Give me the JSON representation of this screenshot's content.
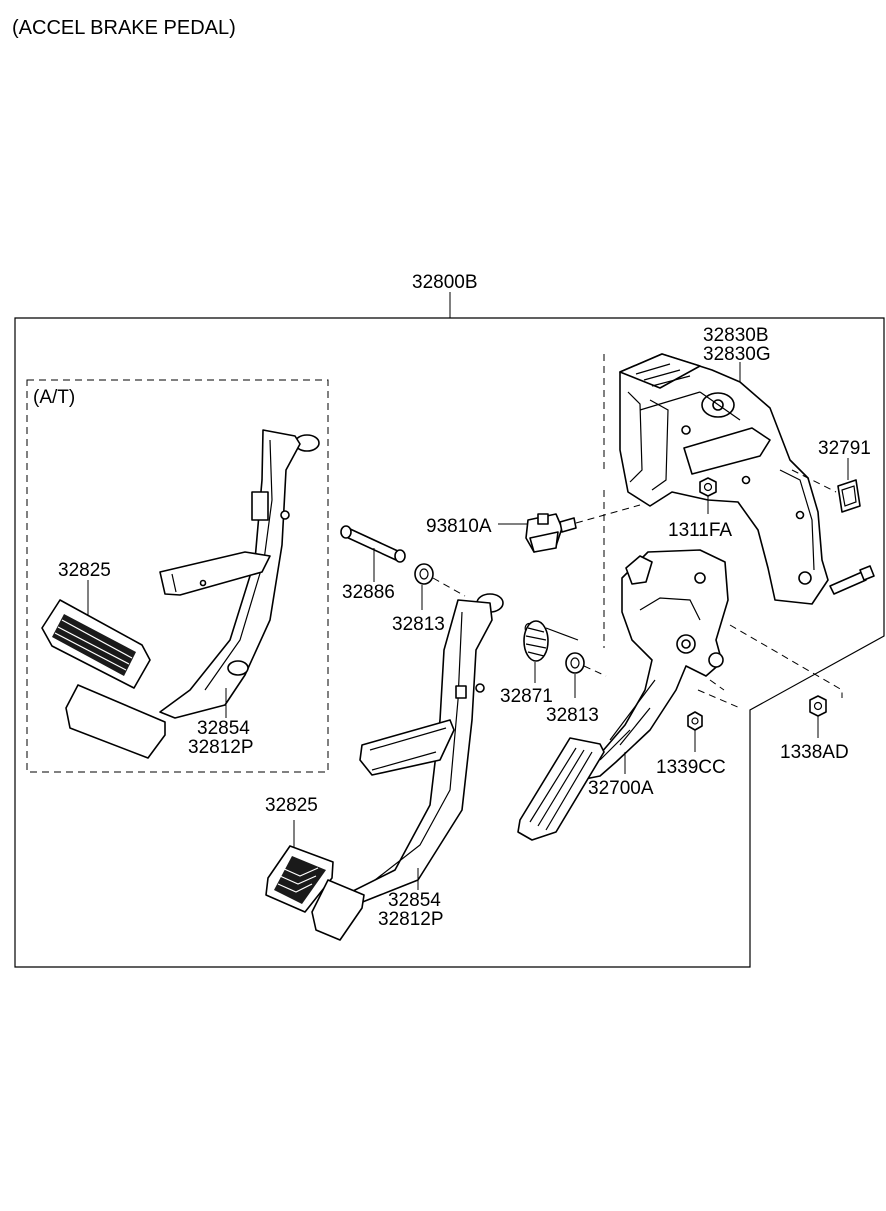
{
  "title": "(ACCEL  BRAKE PEDAL)",
  "group_label": "32800B",
  "at_group_label": "(A/T)",
  "callouts": {
    "bracket_b": "32830B",
    "bracket_g": "32830G",
    "clip": "32791",
    "stop_switch": "93810A",
    "nut_1311": "1311FA",
    "at_pad": "32825",
    "at_arm": "32854",
    "at_pad_ass": "32812P",
    "shaft": "32886",
    "bush_1": "32813",
    "spring": "32871",
    "bush_2": "32813",
    "accel_pedal": "32700A",
    "nut_1339": "1339CC",
    "nut_1338": "1338AD",
    "mt_pad": "32825",
    "mt_arm": "32854",
    "mt_pad_ass": "32812P"
  }
}
